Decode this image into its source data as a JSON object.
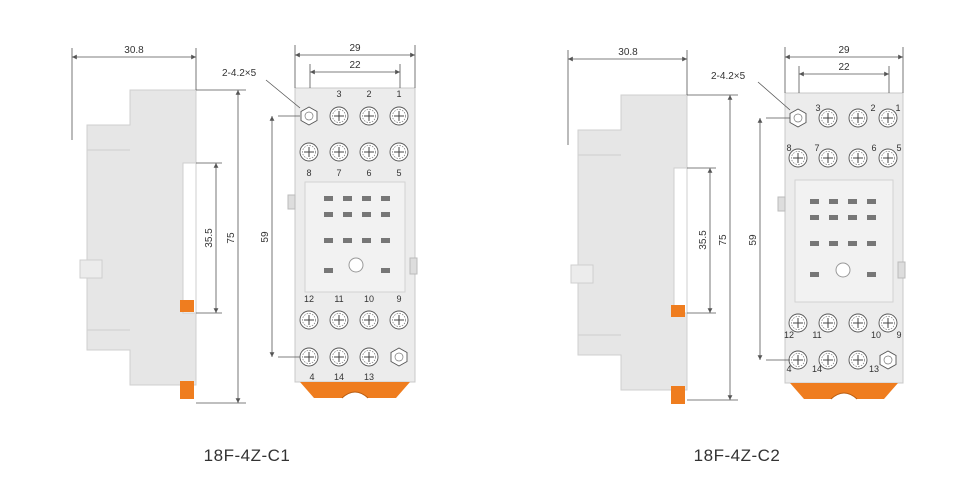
{
  "diagrams": [
    {
      "model": "18F-4Z-C1",
      "dims": {
        "depth": "30.8",
        "width_outer": "29",
        "width_inner": "22",
        "hole": "2-4.2×5",
        "rail": "35.5",
        "height": "75",
        "pitch": "59"
      },
      "pins_top": [
        "3",
        "2",
        "1"
      ],
      "pins_mid": [
        "8",
        "7",
        "6",
        "5"
      ],
      "pins_lower": [
        "12",
        "11",
        "10",
        "9"
      ],
      "pins_bottom": [
        "4",
        "14",
        "13"
      ]
    },
    {
      "model": "18F-4Z-C2",
      "dims": {
        "depth": "30.8",
        "width_outer": "29",
        "width_inner": "22",
        "hole": "2-4.2×5",
        "rail": "35.5",
        "height": "75",
        "pitch": "59"
      },
      "pins_top": [
        "3",
        "2",
        "1"
      ],
      "pins_mid": [
        "8",
        "7",
        "6",
        "5"
      ],
      "pins_lower": [
        "12",
        "11",
        "10",
        "9"
      ],
      "pins_bottom": [
        "4",
        "14",
        "13"
      ]
    }
  ],
  "colors": {
    "body": "#e6e6e6",
    "accent": "#ef7d1f",
    "line": "#555555"
  }
}
